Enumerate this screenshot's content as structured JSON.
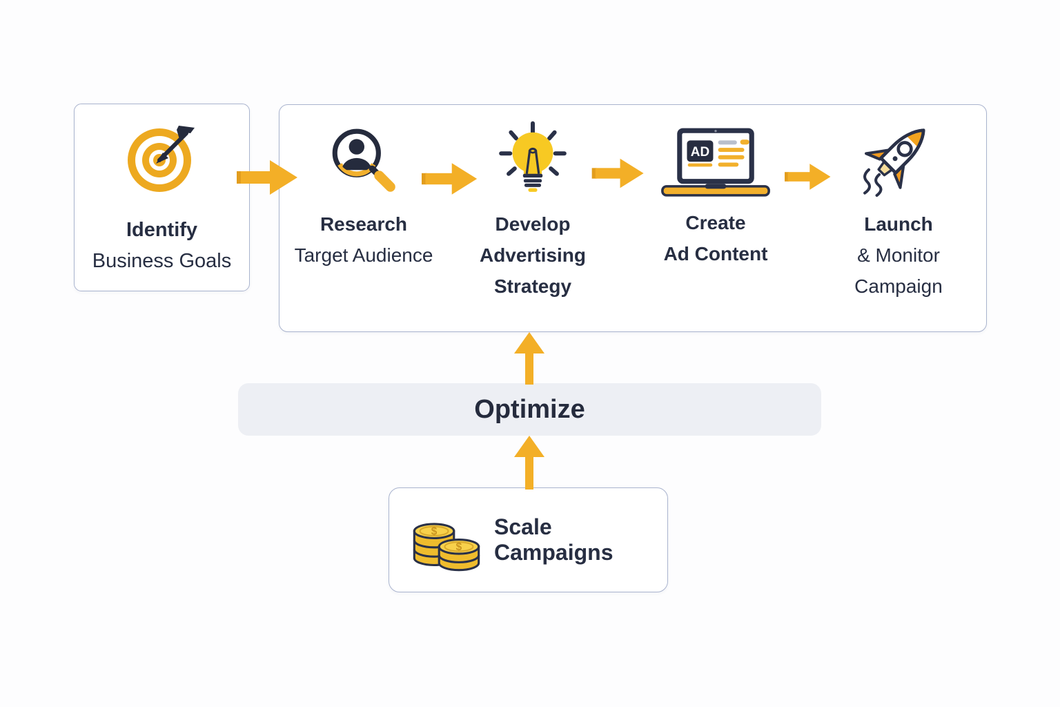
{
  "colors": {
    "accent_gold": "#F3AF27",
    "accent_gold_dark": "#E29D1D",
    "icon_orange": "#F09A1F",
    "navy_text": "#272E42",
    "box_border": "#A9B3CE",
    "optimize_bar_bg": "#EDEFF4",
    "background": "#FDFDFE"
  },
  "flow": {
    "start_step": {
      "icon": "target-icon",
      "lines": [
        "Identify",
        "Business Goals"
      ]
    },
    "main_steps": [
      {
        "icon": "audience-magnifier-icon",
        "lines": [
          "Research",
          "Target Audience"
        ]
      },
      {
        "icon": "lightbulb-icon",
        "lines": [
          "Develop",
          "Advertising",
          "Strategy"
        ]
      },
      {
        "icon": "laptop-ad-icon",
        "lines": [
          "Create",
          "Ad Content"
        ]
      },
      {
        "icon": "rocket-icon",
        "lines": [
          "Launch",
          "& Monitor",
          "Campaign"
        ]
      }
    ],
    "feedback": {
      "optimize_label": "Optimize",
      "scale_step": {
        "icon": "coins-icon",
        "label": "Scale Campaigns"
      }
    },
    "laptop_screen_badge": "AD",
    "coin_symbol": "$"
  }
}
